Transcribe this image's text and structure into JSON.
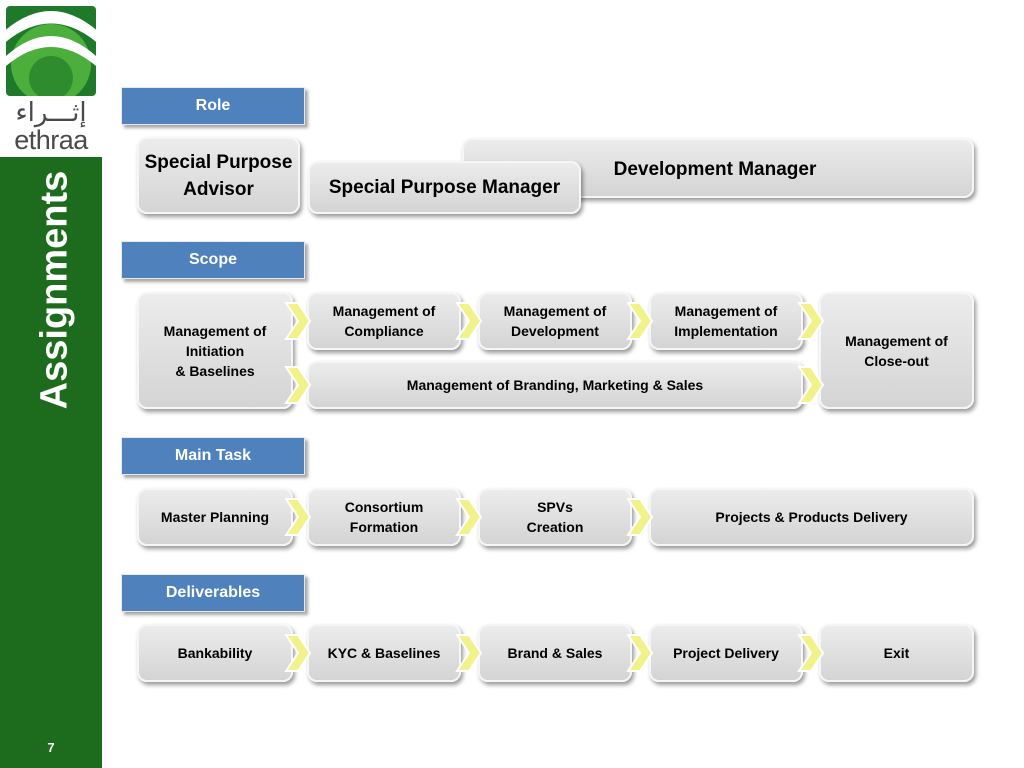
{
  "sidebar": {
    "logo_arabic": "إثـــراء",
    "logo_latin": "ethraa",
    "title": "Assignments",
    "page_number": "7",
    "colors": {
      "green": "#1d6b1d",
      "header_blue": "#4f81bd",
      "chevron_yellow": "#f2f28a"
    }
  },
  "role": {
    "header": "Role",
    "boxes": [
      "Special Purpose\nAdvisor",
      "Special Purpose Manager",
      "Development Manager"
    ]
  },
  "scope": {
    "header": "Scope",
    "boxes": [
      "Management of\nInitiation\n& Baselines",
      "Management of\nCompliance",
      "Management of\nDevelopment",
      "Management of\nImplementation",
      "Management of\nClose-out",
      "Management of Branding, Marketing & Sales"
    ]
  },
  "main_task": {
    "header": "Main Task",
    "boxes": [
      "Master Planning",
      "Consortium\nFormation",
      "SPVs\nCreation",
      "Projects & Products Delivery"
    ]
  },
  "deliverables": {
    "header": "Deliverables",
    "boxes": [
      "Bankability",
      "KYC & Baselines",
      "Brand & Sales",
      "Project Delivery",
      "Exit"
    ]
  }
}
